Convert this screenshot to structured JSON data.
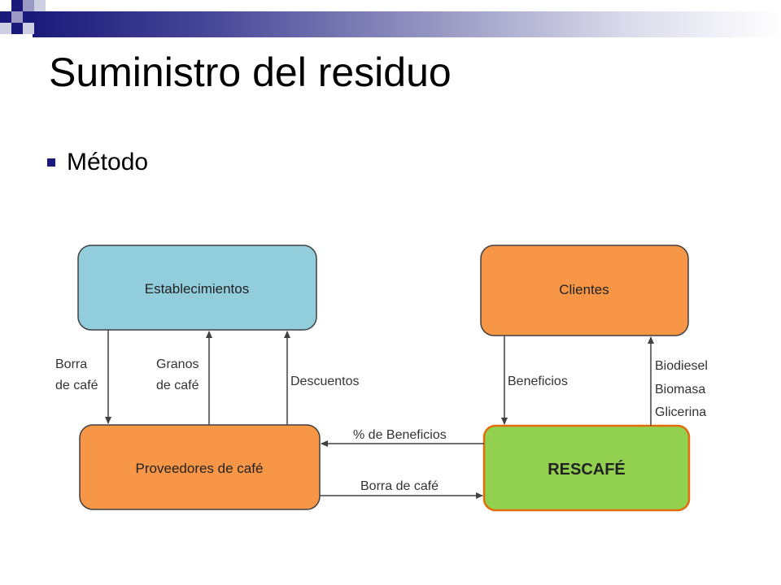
{
  "slide": {
    "title": "Suministro del residuo",
    "bullet": "Método"
  },
  "diagram": {
    "nodes": {
      "establecimientos": "Establecimientos",
      "clientes": "Clientes",
      "proveedores": "Proveedores de café",
      "rescafe": "RESCAFÉ"
    },
    "edges": {
      "borra_line1": "Borra",
      "borra_line2": "de café",
      "granos_line1": "Granos",
      "granos_line2": "de café",
      "descuentos": "Descuentos",
      "beneficios": "Beneficios",
      "biodiesel": "Biodiesel",
      "biomasa": "Biomasa",
      "glicerina": "Glicerina",
      "pct_beneficios": "% de Beneficios",
      "borra_cafe": "Borra de café"
    }
  },
  "colors": {
    "deco_blue": "#1a1a7a",
    "node_blue": "#92cddc",
    "node_orange": "#f79646",
    "node_green": "#92d050",
    "green_border": "#e36c0a",
    "stroke": "#404040"
  }
}
